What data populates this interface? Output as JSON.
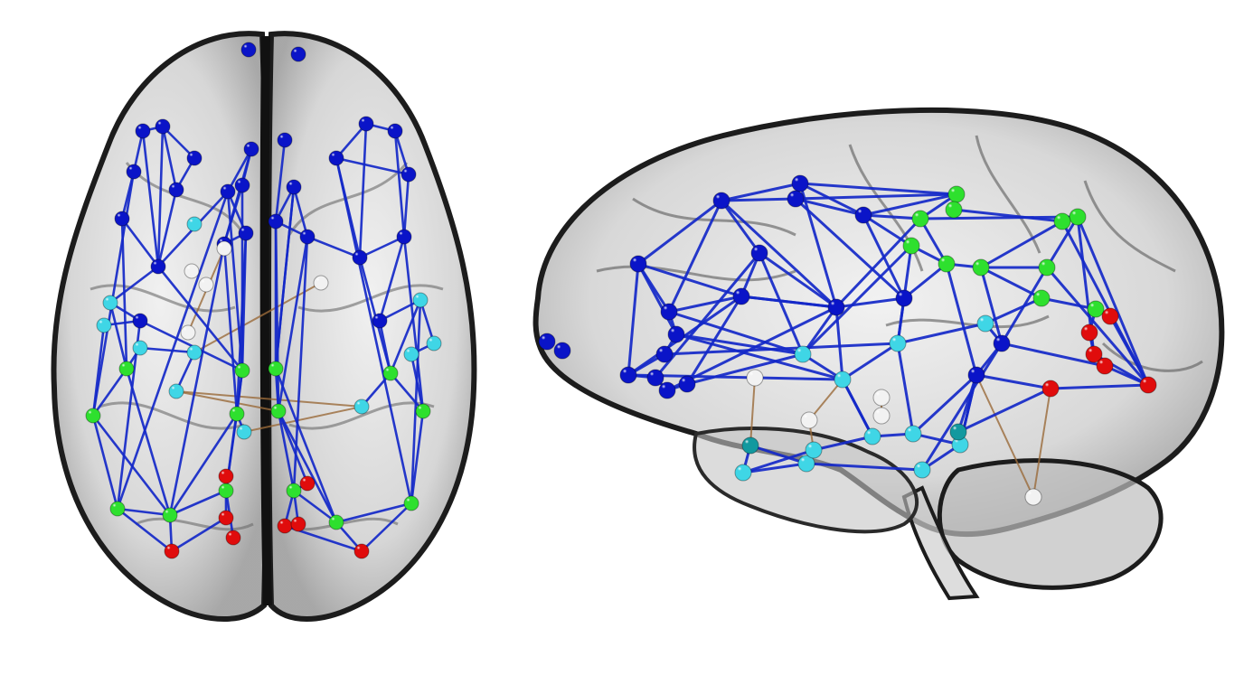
{
  "colors": {
    "background": "#ffffff",
    "brain_fill": "#cfcfcf",
    "brain_outline": "#1c1c1c",
    "edge_primary": "#1428c8",
    "edge_secondary": "#9a6a3a",
    "node_blue": "#0a14c8",
    "node_green": "#2ee02e",
    "node_cyan": "#3fd6e6",
    "node_teal": "#12999f",
    "node_red": "#e00c0c",
    "node_white": "#f2f2f2"
  },
  "views": [
    {
      "id": "axial",
      "projection": "top-down"
    },
    {
      "id": "sagittal",
      "projection": "lateral"
    }
  ]
}
